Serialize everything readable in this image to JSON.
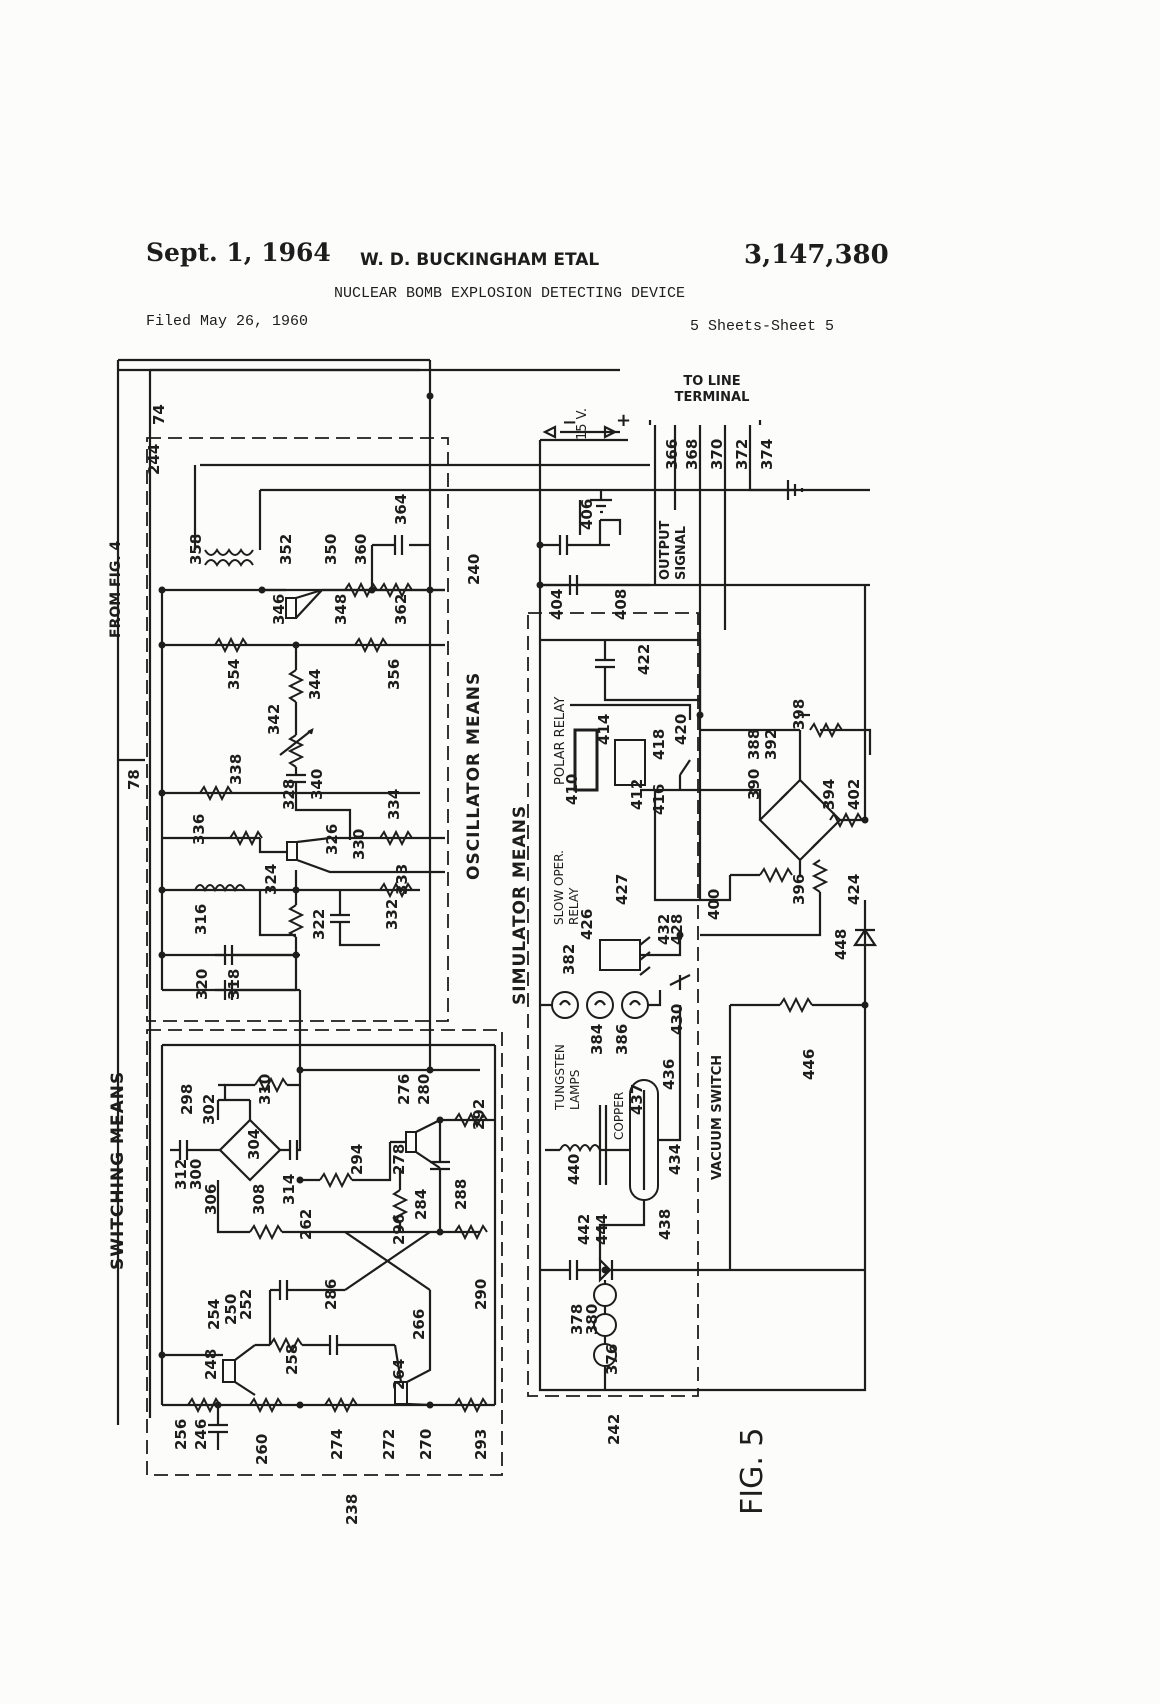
{
  "header": {
    "date": "Sept. 1, 1964",
    "inventors": "W. D. BUCKINGHAM ETAL",
    "patent_number": "3,147,380",
    "title": "NUCLEAR BOMB EXPLOSION DETECTING DEVICE",
    "filed": "Filed May 26, 1960",
    "sheets": "5 Sheets-Sheet 5"
  },
  "figure": {
    "label": "FIG. 5",
    "blocks": {
      "switching": "SWITCHING MEANS",
      "oscillator": "OSCILLATOR MEANS",
      "simulator": "SIMULATOR MEANS",
      "from_fig": "FROM FIG. 4"
    },
    "texts": {
      "to_line_terminal": "TO LINE TERMINAL",
      "voltage": "15 V.",
      "minus": "−",
      "plus": "+",
      "output_signal": "OUTPUT SIGNAL",
      "polar_relay": "POLAR RELAY",
      "slow_oper_relay": "SLOW OPER. RELAY",
      "tungsten_lamps": "TUNGSTEN LAMPS",
      "copper": "COPPER",
      "vacuum_switch": "VACUUM SWITCH"
    },
    "reference_numerals": [
      "74",
      "78",
      "244",
      "358",
      "352",
      "350",
      "360",
      "364",
      "346",
      "348",
      "362",
      "240",
      "354",
      "344",
      "356",
      "342",
      "338",
      "340",
      "336",
      "328",
      "334",
      "326",
      "330",
      "316",
      "324",
      "333",
      "322",
      "332",
      "320",
      "318",
      "310",
      "298",
      "302",
      "304",
      "312",
      "300",
      "306",
      "308",
      "314",
      "294",
      "276",
      "280",
      "278",
      "284",
      "296",
      "292",
      "288",
      "290",
      "262",
      "254",
      "250",
      "252",
      "248",
      "286",
      "266",
      "258",
      "264",
      "256",
      "246",
      "260",
      "274",
      "272",
      "270",
      "293",
      "238",
      "406",
      "404",
      "408",
      "366",
      "368",
      "370",
      "372",
      "374",
      "422",
      "414",
      "418",
      "420",
      "410",
      "412",
      "416",
      "388",
      "392",
      "398",
      "390",
      "394",
      "402",
      "400",
      "396",
      "424",
      "427",
      "426",
      "382",
      "432",
      "428",
      "448",
      "430",
      "384",
      "386",
      "437",
      "436",
      "440",
      "434",
      "438",
      "442",
      "444",
      "446",
      "378",
      "380",
      "376",
      "242"
    ]
  }
}
